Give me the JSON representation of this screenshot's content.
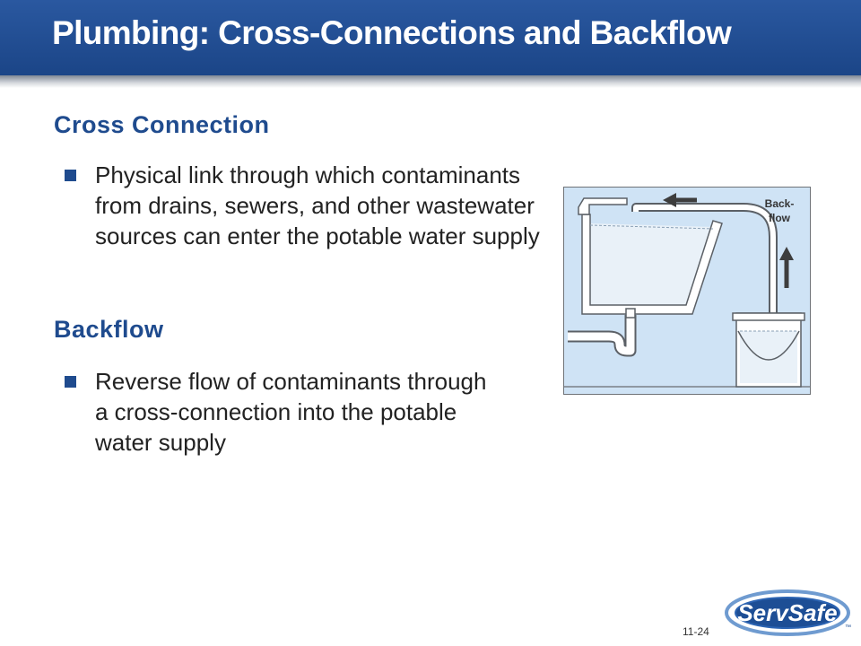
{
  "slide": {
    "title": "Plumbing: Cross-Connections and Backflow",
    "slide_number": "11-24"
  },
  "sections": [
    {
      "heading": "Cross Connection",
      "bullet": "Physical link through which contaminants from drains, sewers, and other wastewater sources can enter the potable water supply"
    },
    {
      "heading": "Backflow",
      "bullet": "Reverse flow of contaminants through a cross-connection into the potable water supply"
    }
  ],
  "figure": {
    "label_line1": "Back-",
    "label_line2": "flow"
  },
  "logo": {
    "text": "ServSafe",
    "tm": "™"
  },
  "colors": {
    "title_bar": "#1b4587",
    "heading": "#1f4b8e",
    "figure_background": "#cfe3f5"
  }
}
